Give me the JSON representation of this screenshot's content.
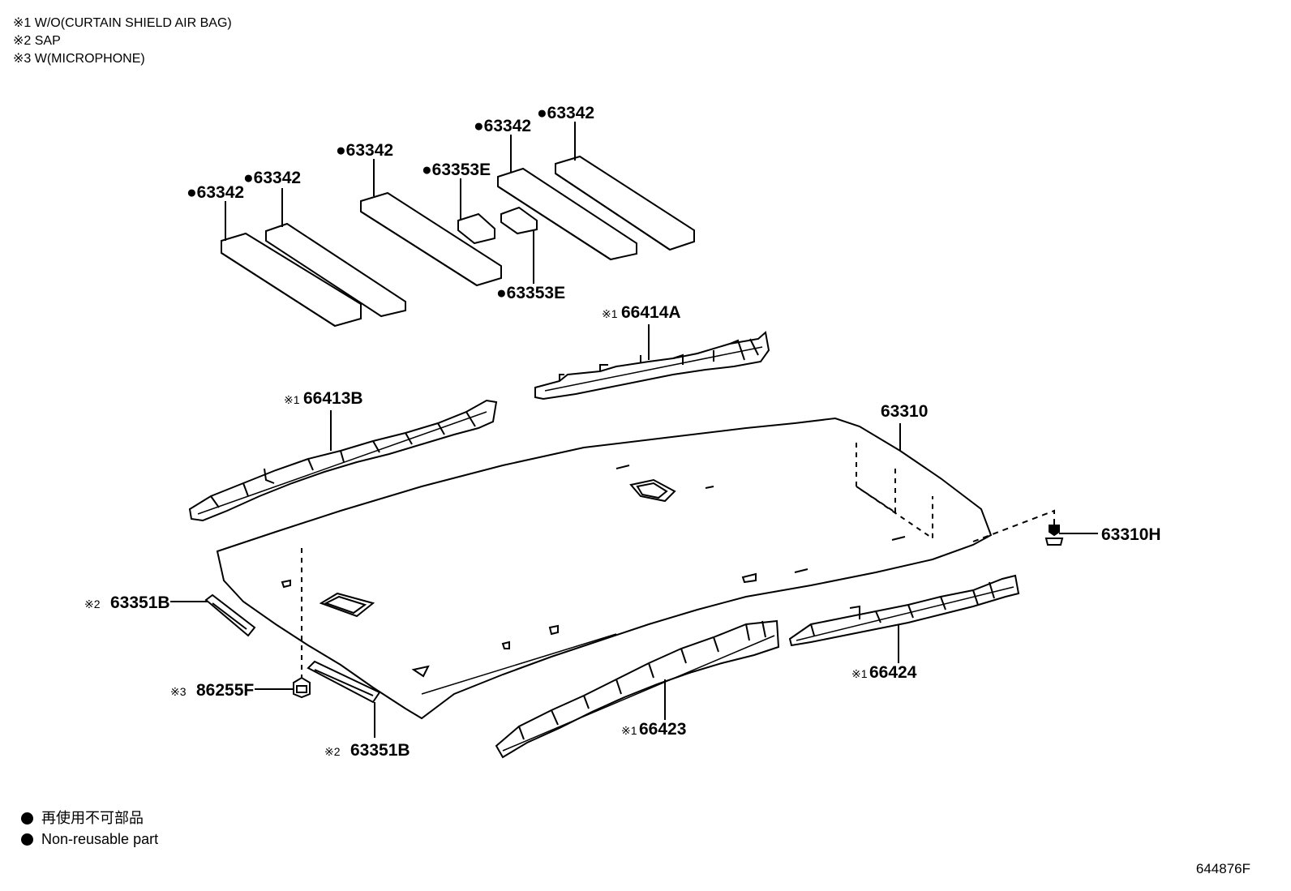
{
  "notes": [
    "※1 W/O(CURTAIN SHIELD AIR BAG)",
    "※2 SAP",
    "※3 W(MICROPHONE)"
  ],
  "labels": {
    "p63342_a": "●63342",
    "p63342_b": "●63342",
    "p63342_c": "●63342",
    "p63342_d": "●63342",
    "p63342_e": "●63342",
    "p63353E_top": "●63353E",
    "p63353E_bottom": "●63353E",
    "p66414A_mark": "※1",
    "p66414A": "66414A",
    "p66413B_mark": "※1",
    "p66413B": "66413B",
    "p63310": "63310",
    "p63310H": "63310H",
    "p63351B_left_mark": "※2",
    "p63351B_left": "63351B",
    "p86255F_mark": "※3",
    "p86255F": "86255F",
    "p63351B_bottom_mark": "※2",
    "p63351B_bottom": "63351B",
    "p66423_mark": "※1",
    "p66423": "66423",
    "p66424_mark": "※1",
    "p66424": "66424"
  },
  "legend": [
    "再使用不可部品",
    "Non-reusable part"
  ],
  "drawing_code": "644876F"
}
